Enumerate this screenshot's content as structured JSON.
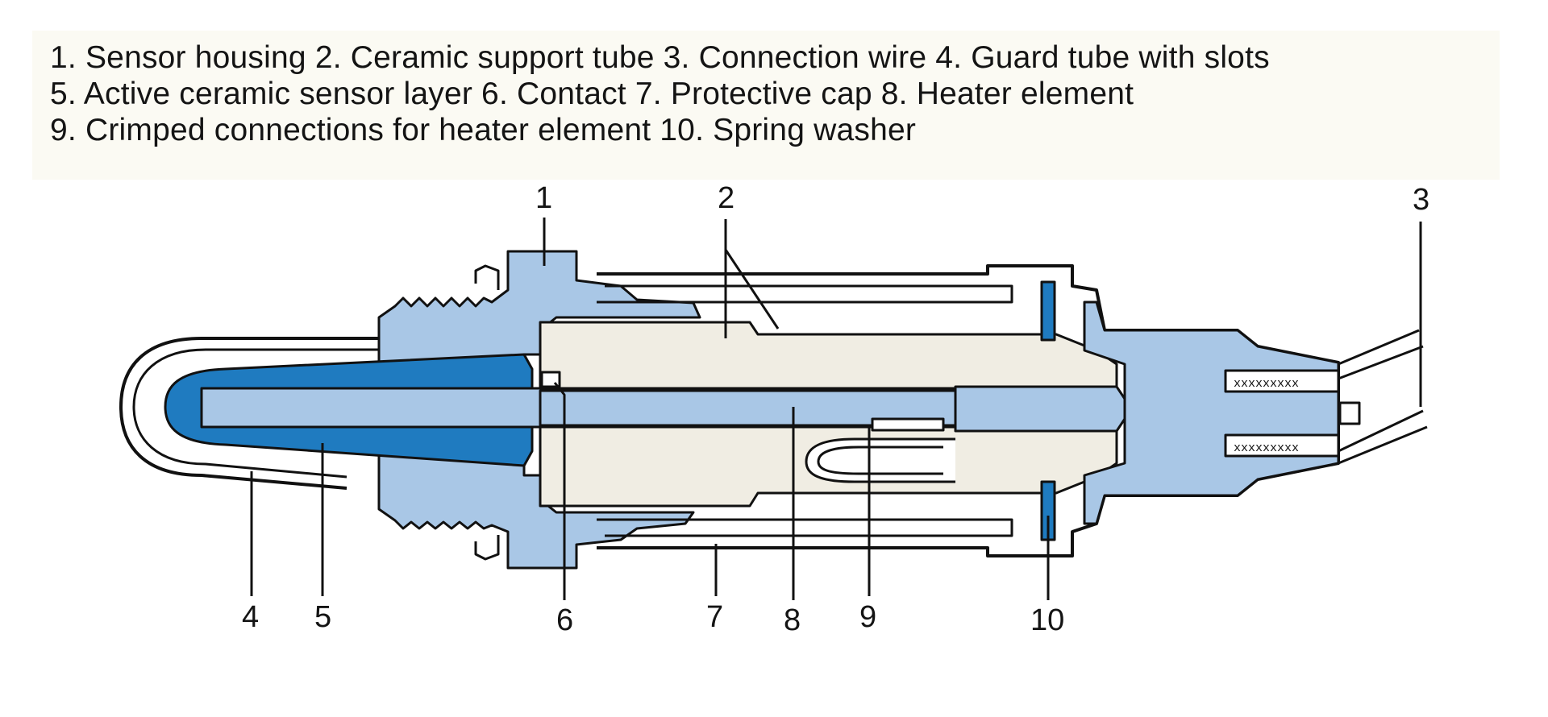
{
  "legend": {
    "line1": "1.  Sensor housing  2.  Ceramic support tube  3.  Connection wire  4.  Guard tube with slots",
    "line2": "5.  Active ceramic sensor layer  6.  Contact  7.  Protective cap  8.  Heater element",
    "line3": "9.  Crimped connections for heater element  10.  Spring washer"
  },
  "callouts": {
    "c1": "1",
    "c2": "2",
    "c3": "3",
    "c4": "4",
    "c5": "5",
    "c6": "6",
    "c7": "7",
    "c8": "8",
    "c9": "9",
    "c10": "10"
  },
  "colors": {
    "light_blue": "#a9c7e6",
    "dark_blue": "#1f7bc0",
    "cream": "#f0ede3",
    "outline": "#111111",
    "legend_bg": "#fbfaf3"
  }
}
